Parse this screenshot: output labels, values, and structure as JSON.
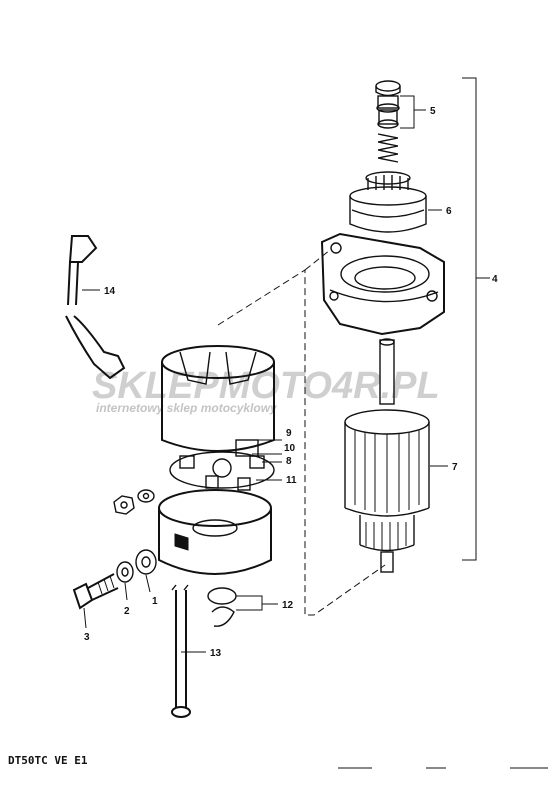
{
  "diagram": {
    "caption": "DT50TC VE E1",
    "watermark": {
      "brand": "SKLEPMOTO4R.PL",
      "tagline": "internetowy sklep motocyklowy"
    },
    "callouts": {
      "n1": "1",
      "n2": "2",
      "n3": "3",
      "n4": "4",
      "n5": "5",
      "n6": "6",
      "n7": "7",
      "n8": "8",
      "n9": "9",
      "n10": "10",
      "n11": "11",
      "n12": "12",
      "n13": "13",
      "n14": "14"
    }
  }
}
